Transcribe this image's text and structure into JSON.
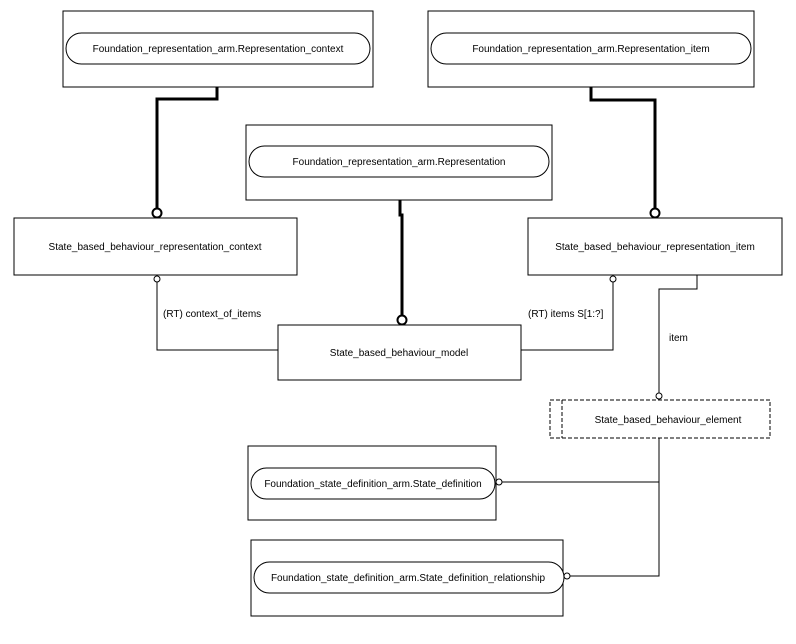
{
  "diagram": {
    "nodes": {
      "rep_context_ext": "Foundation_representation_arm.Representation_context",
      "rep_item_ext": "Foundation_representation_arm.Representation_item",
      "representation_ext": "Foundation_representation_arm.Representation",
      "sbb_rep_context": "State_based_behaviour_representation_context",
      "sbb_rep_item": "State_based_behaviour_representation_item",
      "sbb_model": "State_based_behaviour_model",
      "sbb_element": "State_based_behaviour_element",
      "state_definition_ext": "Foundation_state_definition_arm.State_definition",
      "state_def_rel_ext": "Foundation_state_definition_arm.State_definition_relationship"
    },
    "labels": {
      "context_of_items": "(RT) context_of_items",
      "items": "(RT) items S[1:?]",
      "item": "item"
    }
  }
}
